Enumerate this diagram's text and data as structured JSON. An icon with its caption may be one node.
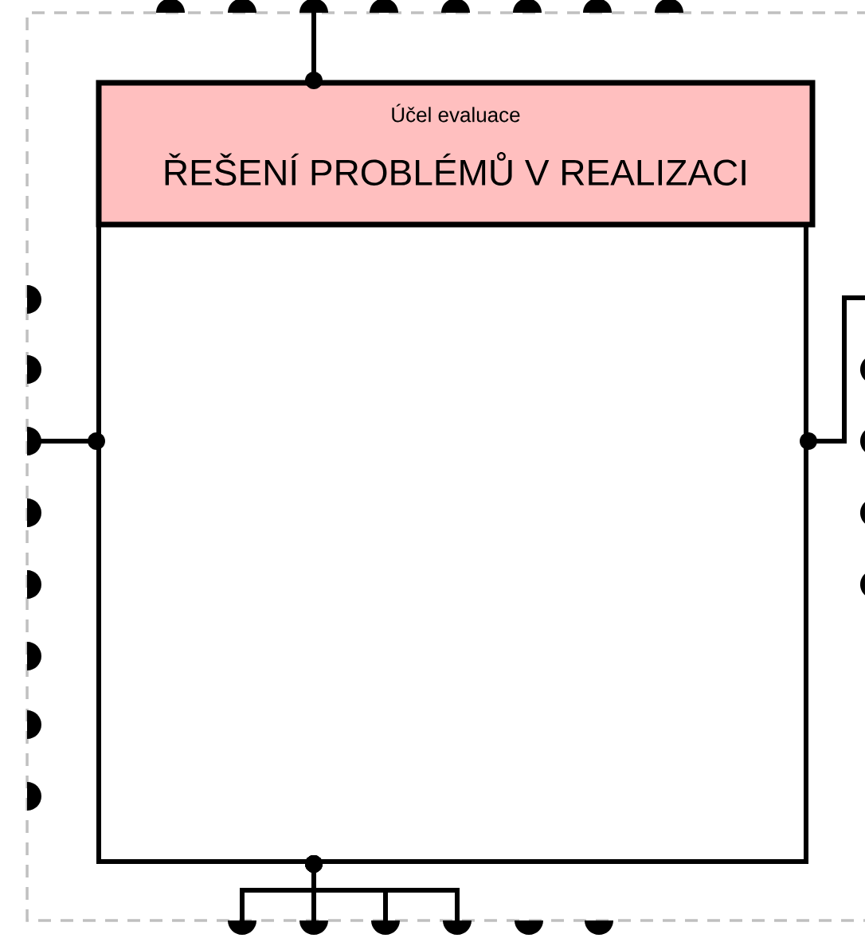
{
  "diagram": {
    "nodes": [
      {
        "text": [
          "Účel evaluace",
          "ŘEŠENÍ PROBLÉMŮ V REALIZACI"
        ]
      },
      {
        "text": [],
        "shape": "circle"
      },
      {
        "text": [],
        "shape": "circle"
      },
      {
        "text": [],
        "shape": "circle"
      },
      {
        "text": [],
        "shape": "circle"
      },
      {
        "text": [],
        "shape": "circle"
      },
      {
        "text": [],
        "shape": "circle"
      },
      {
        "text": [],
        "shape": "circle"
      },
      {
        "text": [],
        "shape": "circle"
      },
      {
        "text": [],
        "shape": "circle"
      },
      {
        "text": [],
        "shape": "circle"
      },
      {
        "text": [],
        "shape": "circle"
      },
      {
        "text": [],
        "shape": "circle"
      },
      {
        "text": [],
        "shape": "circle"
      },
      {
        "text": [],
        "shape": "circle"
      },
      {
        "text": [],
        "shape": "circle"
      },
      {
        "text": [],
        "shape": "circle"
      },
      {
        "text": [],
        "shape": "circle"
      },
      {
        "text": [],
        "shape": "circle"
      },
      {
        "text": [],
        "shape": "circle"
      },
      {
        "text": [],
        "shape": "circle"
      },
      {
        "text": [],
        "shape": "circle"
      },
      {
        "text": [],
        "shape": "circle"
      },
      {
        "text": [],
        "shape": "circle"
      },
      {
        "text": [],
        "shape": "circle"
      },
      {
        "text": [],
        "shape": "circle"
      },
      {
        "text": [],
        "shape": "circle"
      }
    ],
    "edges": [
      {
        "from": 0,
        "to": 3,
        "arrow": "other"
      },
      {
        "from": 0,
        "to": 11,
        "arrow": "other"
      },
      {
        "from": 0,
        "to": null,
        "arrow": "other"
      },
      {
        "from": 0,
        "to": 21,
        "arrow": "other"
      },
      {
        "from": 0,
        "to": 22,
        "arrow": "other"
      },
      {
        "from": 0,
        "to": 23,
        "arrow": "other"
      },
      {
        "from": 0,
        "to": 24,
        "arrow": "other"
      }
    ]
  }
}
